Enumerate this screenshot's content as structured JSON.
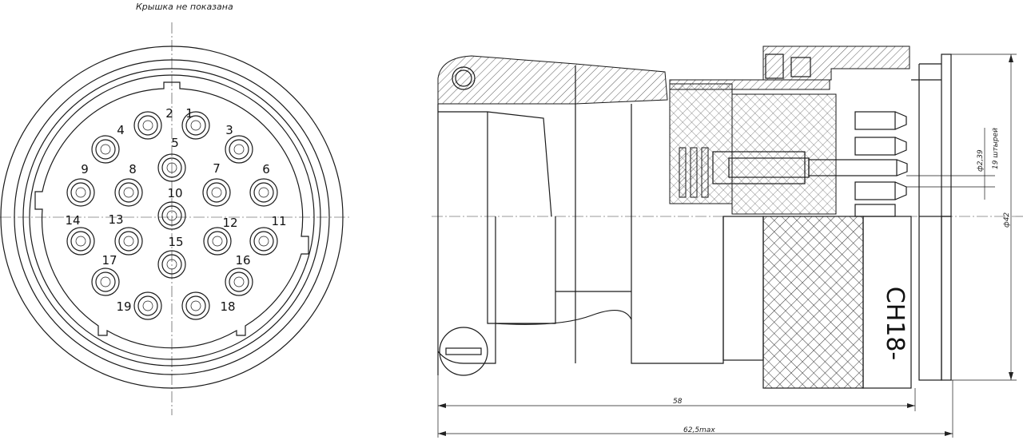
{
  "header_note": "Крышка не показана",
  "pins": [
    {
      "label": "1"
    },
    {
      "label": "2"
    },
    {
      "label": "3"
    },
    {
      "label": "4"
    },
    {
      "label": "5"
    },
    {
      "label": "6"
    },
    {
      "label": "7"
    },
    {
      "label": "8"
    },
    {
      "label": "9"
    },
    {
      "label": "10"
    },
    {
      "label": "11"
    },
    {
      "label": "12"
    },
    {
      "label": "13"
    },
    {
      "label": "14"
    },
    {
      "label": "15"
    },
    {
      "label": "16"
    },
    {
      "label": "17"
    },
    {
      "label": "18"
    },
    {
      "label": "19"
    }
  ],
  "marking": "СН18-",
  "dimensions": {
    "length": "58",
    "length_max": "62,5max",
    "diameter_outer": "ф42",
    "pin_diameter": "ф2,39",
    "pin_count": "19 штырей"
  }
}
